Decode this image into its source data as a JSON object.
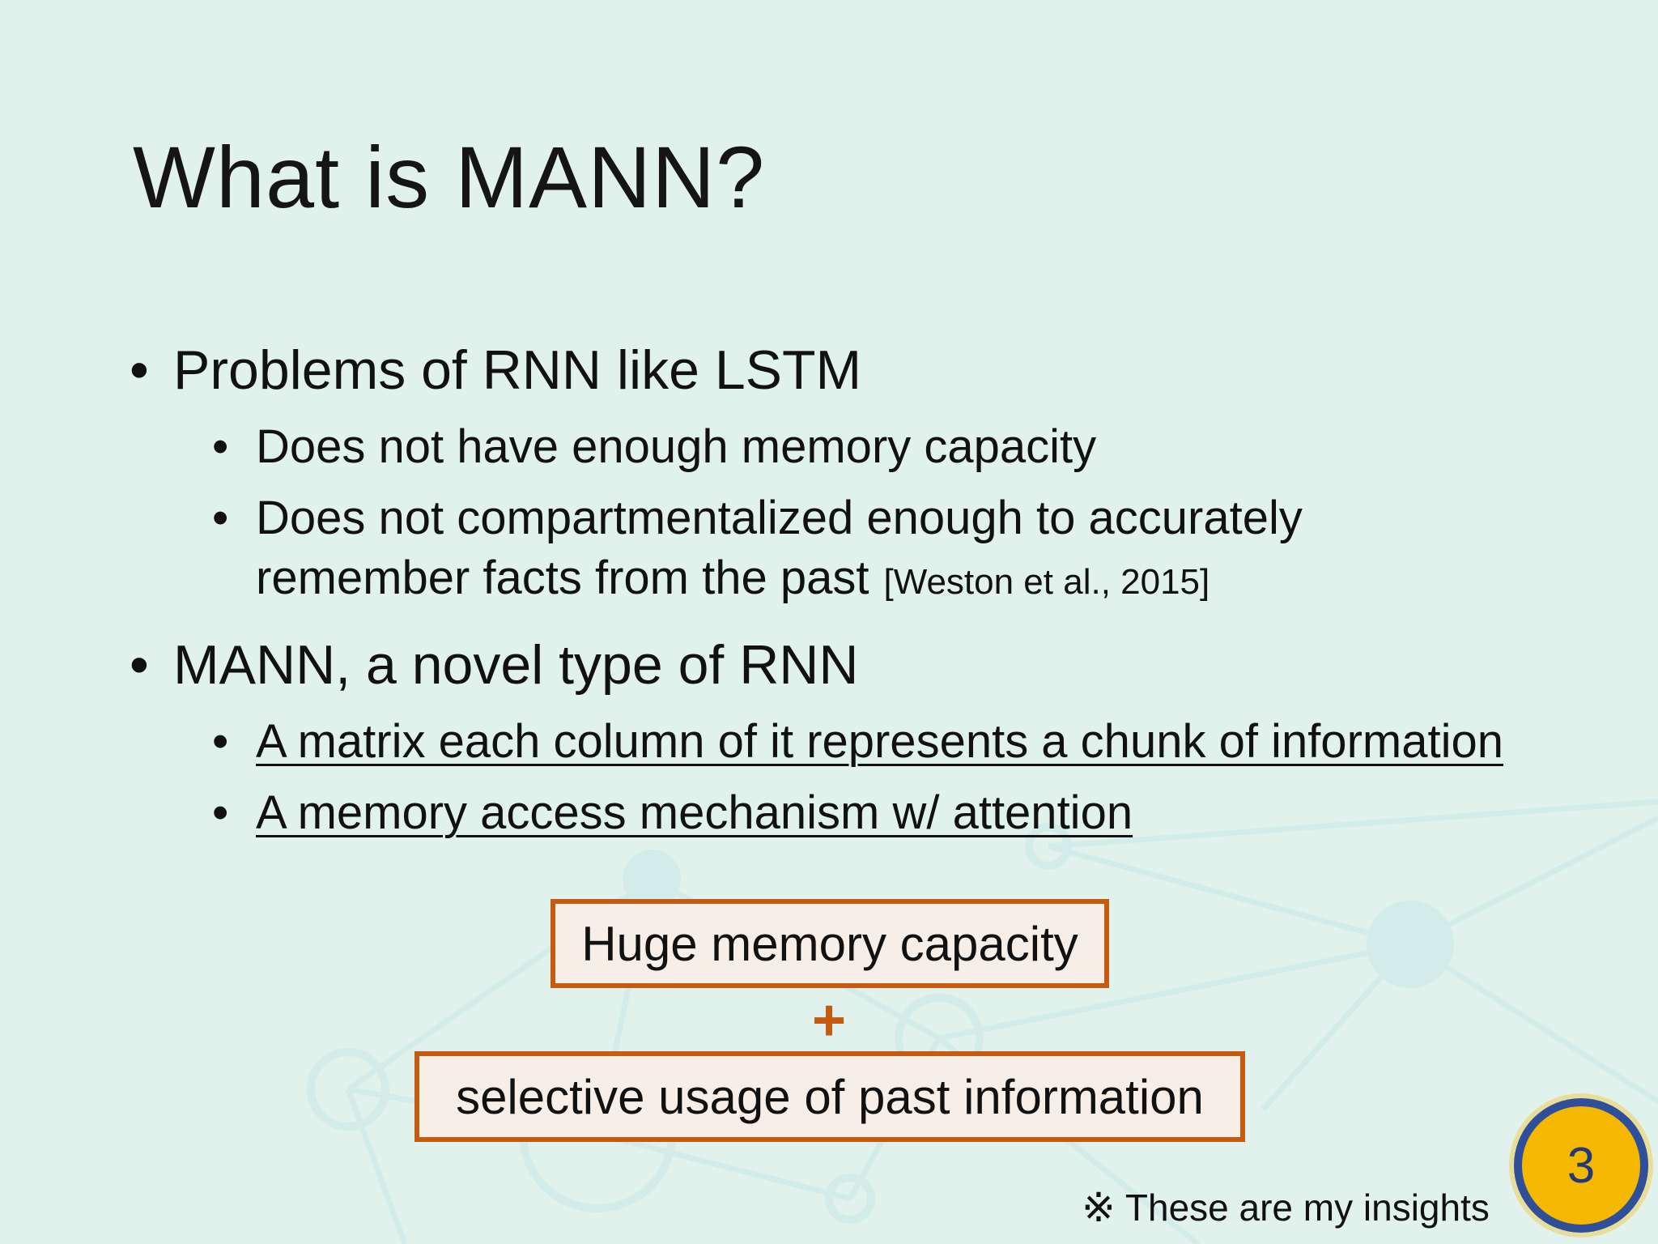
{
  "slide": {
    "title": "What is MANN?",
    "bullets": [
      {
        "text": "Problems of  RNN like LSTM",
        "sub": [
          {
            "text": "Does not have enough memory capacity"
          },
          {
            "text": "Does not compartmentalized enough to accurately",
            "continuation": "remember facts from the past",
            "citation": "[Weston et al., 2015]"
          }
        ]
      },
      {
        "text": "MANN, a novel type of RNN",
        "sub": [
          {
            "text": "A matrix each column of it represents a chunk of information"
          },
          {
            "text": "A memory access mechanism w/ attention"
          }
        ]
      }
    ],
    "highlight_box_1": "Huge memory capacity",
    "plus": "+",
    "highlight_box_2": "selective usage of past information",
    "note_mark": "※",
    "note": "These are my insights",
    "page_number": "3"
  },
  "colors": {
    "background": "#e1f2ec",
    "box_border": "#c55a11",
    "box_fill": "#f7efe7",
    "badge_fill": "#f5b800",
    "badge_ring": "#2f4f9a"
  }
}
